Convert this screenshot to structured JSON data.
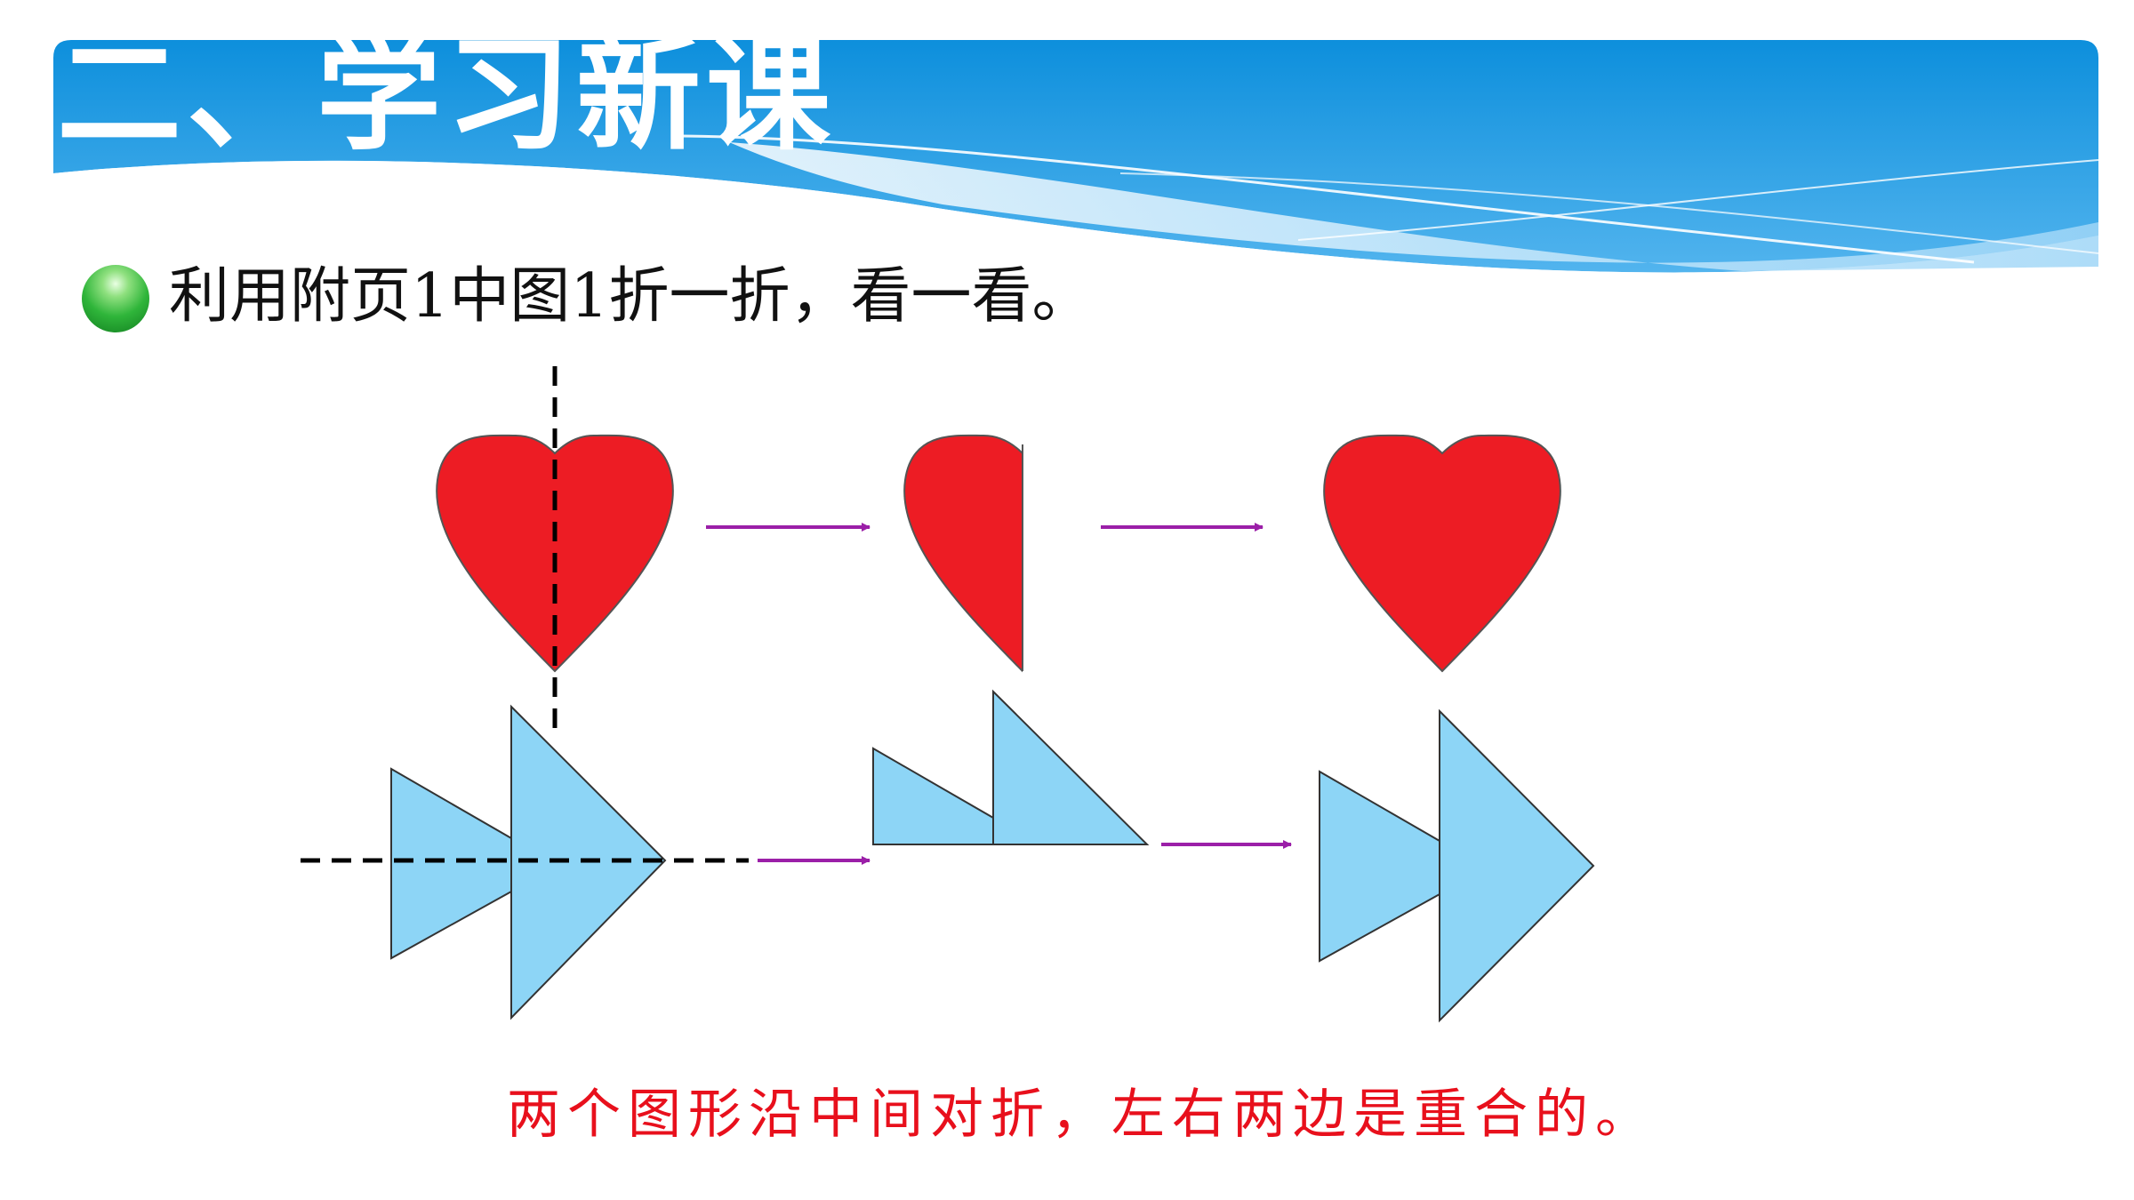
{
  "header": {
    "title": "二、学习新课",
    "colors": {
      "banner_dark": "#1296df",
      "banner_light": "#b9e1fa"
    }
  },
  "instruction": {
    "bullet_icon": "green-circle-bullet-icon",
    "text": "利用附页1中图1折一折，看一看。"
  },
  "figures": {
    "heart_color": "#ed1c24",
    "triangle_color": "#8dd5f6",
    "arrow_color": "#9b1fa8",
    "fold_line_color": "#000000",
    "rows": [
      {
        "shape": "heart",
        "steps": [
          "fold-line",
          "half-shape",
          "unfolded-shape"
        ]
      },
      {
        "shape": "double-triangle",
        "steps": [
          "fold-line",
          "half-shape",
          "unfolded-shape"
        ]
      }
    ]
  },
  "conclusion": {
    "text": "两个图形沿中间对折，左右两边是重合的。",
    "color": "#e8101c"
  }
}
